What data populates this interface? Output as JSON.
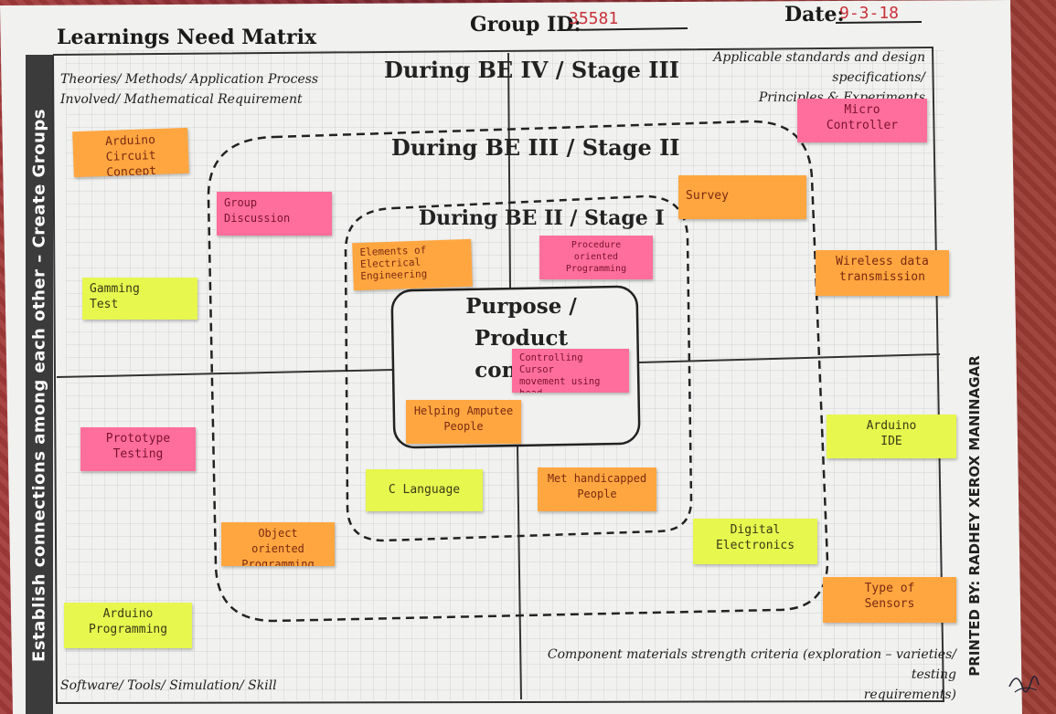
{
  "header": {
    "title": "Learnings Need Matrix",
    "group_label": "Group ID:",
    "group_value": "35581",
    "date_label": "Date:",
    "date_value": "9-3-18"
  },
  "side_text": "Establish connections among each other – Create Groups",
  "printed_by": "PRINTED BY: RADHEY XEROX MANINAGAR",
  "corners": {
    "top_left_1": "Theories/ Methods/ Application Process",
    "top_left_2": "Involved/ Mathematical Requirement",
    "top_right_1": "Applicable standards and design specifications/",
    "top_right_2": "Principles & Experiments",
    "bottom_left": "Software/ Tools/ Simulation/ Skill",
    "bottom_right_1": "Component materials strength criteria  (exploration – varieties/ testing",
    "bottom_right_2": "requirements)"
  },
  "stages": {
    "stage3": "During BE IV / Stage III",
    "stage2": "During BE III / Stage II",
    "stage1": "During BE II / Stage I"
  },
  "center": {
    "line1": "Purpose / Product",
    "line2": "concept"
  },
  "notes": [
    {
      "text": "Arduino Circuit\nConcept",
      "color": "#ffa640"
    },
    {
      "text": "Group\nDiscussion",
      "color": "#ff6e9c"
    },
    {
      "text": "Gamming\nTest",
      "color": "#e7f74e"
    },
    {
      "text": "Elements of\nElectrical\nEngineering",
      "color": "#ffa640"
    },
    {
      "text": "Procedure\noriented\nProgramming",
      "color": "#ff6e9c"
    },
    {
      "text": "Micro\nController",
      "color": "#ff6e9c"
    },
    {
      "text": "Survey",
      "color": "#ffa640"
    },
    {
      "text": "Wireless data\ntransmission",
      "color": "#ffa640"
    },
    {
      "text": "Controlling Cursor\nmovement using\nhead",
      "color": "#ff6e9c"
    },
    {
      "text": "Helping Amputee\nPeople",
      "color": "#ffa640"
    },
    {
      "text": "Prototype\nTesting",
      "color": "#ff6e9c"
    },
    {
      "text": "C Language",
      "color": "#e7f74e"
    },
    {
      "text": "Met handicapped\nPeople",
      "color": "#ffa640"
    },
    {
      "text": "Arduino\nIDE",
      "color": "#e7f74e"
    },
    {
      "text": "Object oriented\nProgramming",
      "color": "#ffa640"
    },
    {
      "text": "Digital\nElectronics",
      "color": "#e7f74e"
    },
    {
      "text": "Type of\nSensors",
      "color": "#ffa640"
    },
    {
      "text": "Arduino\nProgramming",
      "color": "#e7f74e"
    }
  ]
}
